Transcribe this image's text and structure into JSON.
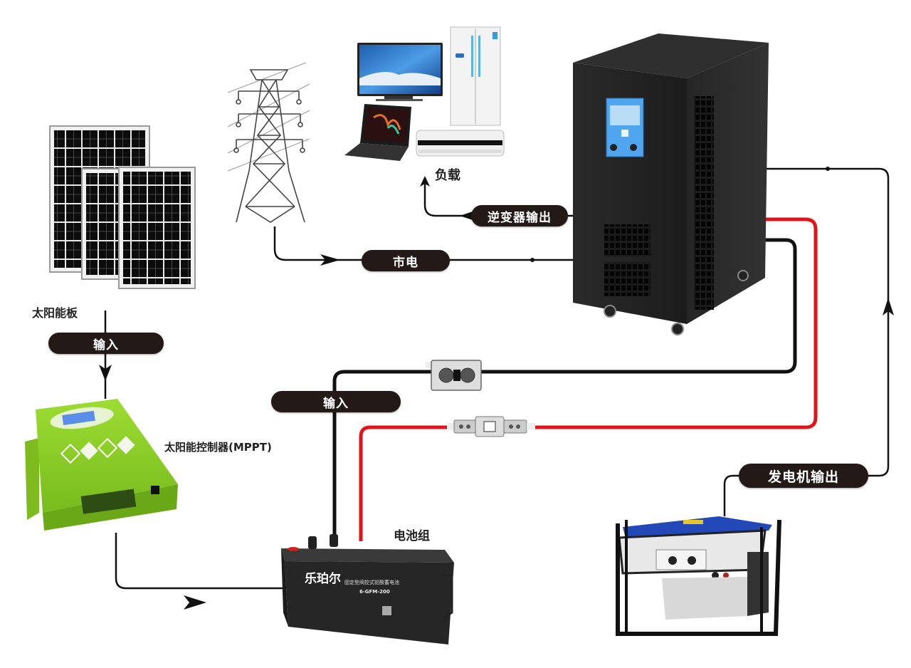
{
  "diagram": {
    "title_labels": {
      "solar_panel": "太阳能板",
      "controller": "太阳能控制器(MPPT)",
      "battery_bank": "电池组",
      "load": "负载"
    },
    "flow_labels": {
      "solar_input": "输入",
      "battery_input": "输入",
      "grid": "市电",
      "inverter_output": "逆变器输出",
      "generator_output": "发电机输出"
    },
    "battery": {
      "brand": "乐珀尔",
      "description": "固定型阀控式铅酸蓄电池",
      "model": "6-GFM-200"
    },
    "components": [
      {
        "id": "solar-panels",
        "icon": "solar-panel-icon"
      },
      {
        "id": "transmission-tower",
        "icon": "power-tower-icon"
      },
      {
        "id": "load-appliances",
        "icon": "appliances-icon"
      },
      {
        "id": "inverter-cabinet",
        "icon": "inverter-icon"
      },
      {
        "id": "mppt-controller",
        "icon": "charge-controller-icon"
      },
      {
        "id": "battery",
        "icon": "battery-icon"
      },
      {
        "id": "generator",
        "icon": "generator-icon"
      },
      {
        "id": "dc-breaker",
        "icon": "breaker-icon"
      },
      {
        "id": "fuse",
        "icon": "fuse-icon"
      }
    ],
    "colors": {
      "wire_black": "#111111",
      "wire_red": "#e0141b",
      "pill_bg": "#231a18",
      "controller_green": "#8ccf2a",
      "lcd_blue": "#3c8fd9",
      "generator_blue": "#2349b8"
    }
  }
}
